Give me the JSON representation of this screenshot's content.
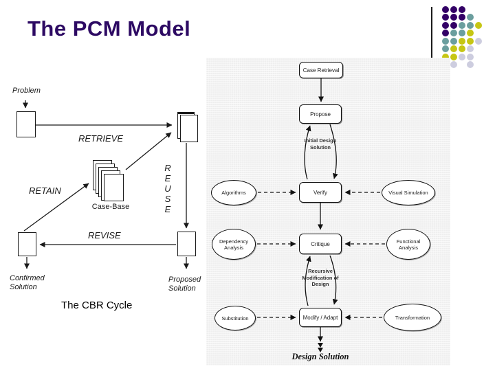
{
  "slide": {
    "title": "The PCM Model"
  },
  "colors": {
    "title_text": "#2d0a63",
    "dot_purple": "#330066",
    "dot_teal": "#6b9e9e",
    "dot_yellow": "#c6c614",
    "dot_lavender": "#cdcddf",
    "panel_bg": "#efefef"
  },
  "decoration": {
    "dot_grid": [
      [
        "P",
        "P",
        "P",
        "",
        ""
      ],
      [
        "P",
        "P",
        "P",
        "T",
        ""
      ],
      [
        "P",
        "P",
        "T",
        "T",
        "Y"
      ],
      [
        "P",
        "T",
        "T",
        "Y",
        ""
      ],
      [
        "T",
        "T",
        "Y",
        "Y",
        "L"
      ],
      [
        "T",
        "Y",
        "Y",
        "L",
        ""
      ],
      [
        "Y",
        "Y",
        "L",
        "L",
        ""
      ],
      [
        "",
        "L",
        "",
        "L",
        ""
      ]
    ]
  },
  "cbr_diagram": {
    "problem_label": "Problem",
    "retrieve_label": "RETRIEVE",
    "retain_label": "RETAIN",
    "revise_label": "REVISE",
    "reuse_label": "REUSE",
    "case_base_label": "Case-Base",
    "confirmed_solution_label": "Confirmed Solution",
    "proposed_solution_label": "Proposed Solution",
    "caption": "The CBR Cycle"
  },
  "flowchart": {
    "nodes": {
      "case_retrieval": "Case Retrieval",
      "propose": "Propose",
      "verify": "Verify",
      "critique": "Critique",
      "modify_adapt": "Modify / Adapt"
    },
    "knowledge_sources": {
      "algorithms": "Algorithms",
      "visual_simulation": "Visual Simulation",
      "dependency_analysis": "Dependency Analysis",
      "functional_analysis": "Functional Analysis",
      "substitution": "Substitution",
      "transformation": "Transformation"
    },
    "loop_labels": {
      "initial_design_solution": "Initial Design Solution",
      "recursive_modification": "Recursive Modification of Design"
    },
    "output_label": "Design Solution"
  }
}
